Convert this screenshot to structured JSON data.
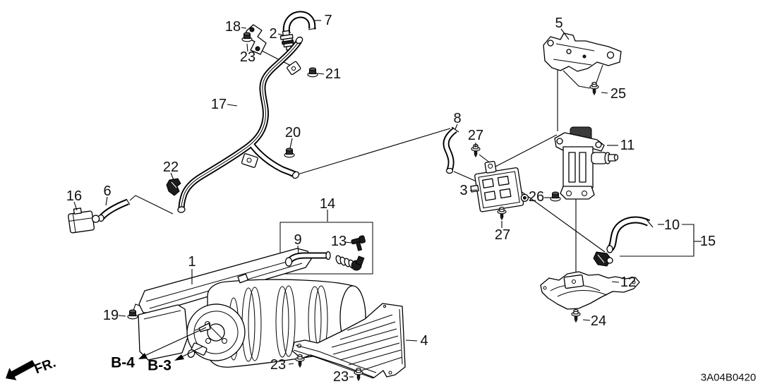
{
  "diagram": {
    "code": "3A04B0420",
    "fr_label": "FR.",
    "section_refs": {
      "b4": "B-4",
      "b3": "B-3"
    },
    "colors": {
      "background": "#ffffff",
      "line": "#000000"
    },
    "callouts": [
      {
        "label": "1"
      },
      {
        "label": "2"
      },
      {
        "label": "3"
      },
      {
        "label": "4"
      },
      {
        "label": "5"
      },
      {
        "label": "6"
      },
      {
        "label": "7"
      },
      {
        "label": "8"
      },
      {
        "label": "9"
      },
      {
        "label": "10"
      },
      {
        "label": "11"
      },
      {
        "label": "12"
      },
      {
        "label": "13"
      },
      {
        "label": "14"
      },
      {
        "label": "15"
      },
      {
        "label": "16"
      },
      {
        "label": "17"
      },
      {
        "label": "18"
      },
      {
        "label": "19"
      },
      {
        "label": "20"
      },
      {
        "label": "21"
      },
      {
        "label": "22"
      },
      {
        "label": "23"
      },
      {
        "label": "23"
      },
      {
        "label": "23"
      },
      {
        "label": "24"
      },
      {
        "label": "25"
      },
      {
        "label": "26"
      },
      {
        "label": "27"
      },
      {
        "label": "27"
      }
    ]
  }
}
